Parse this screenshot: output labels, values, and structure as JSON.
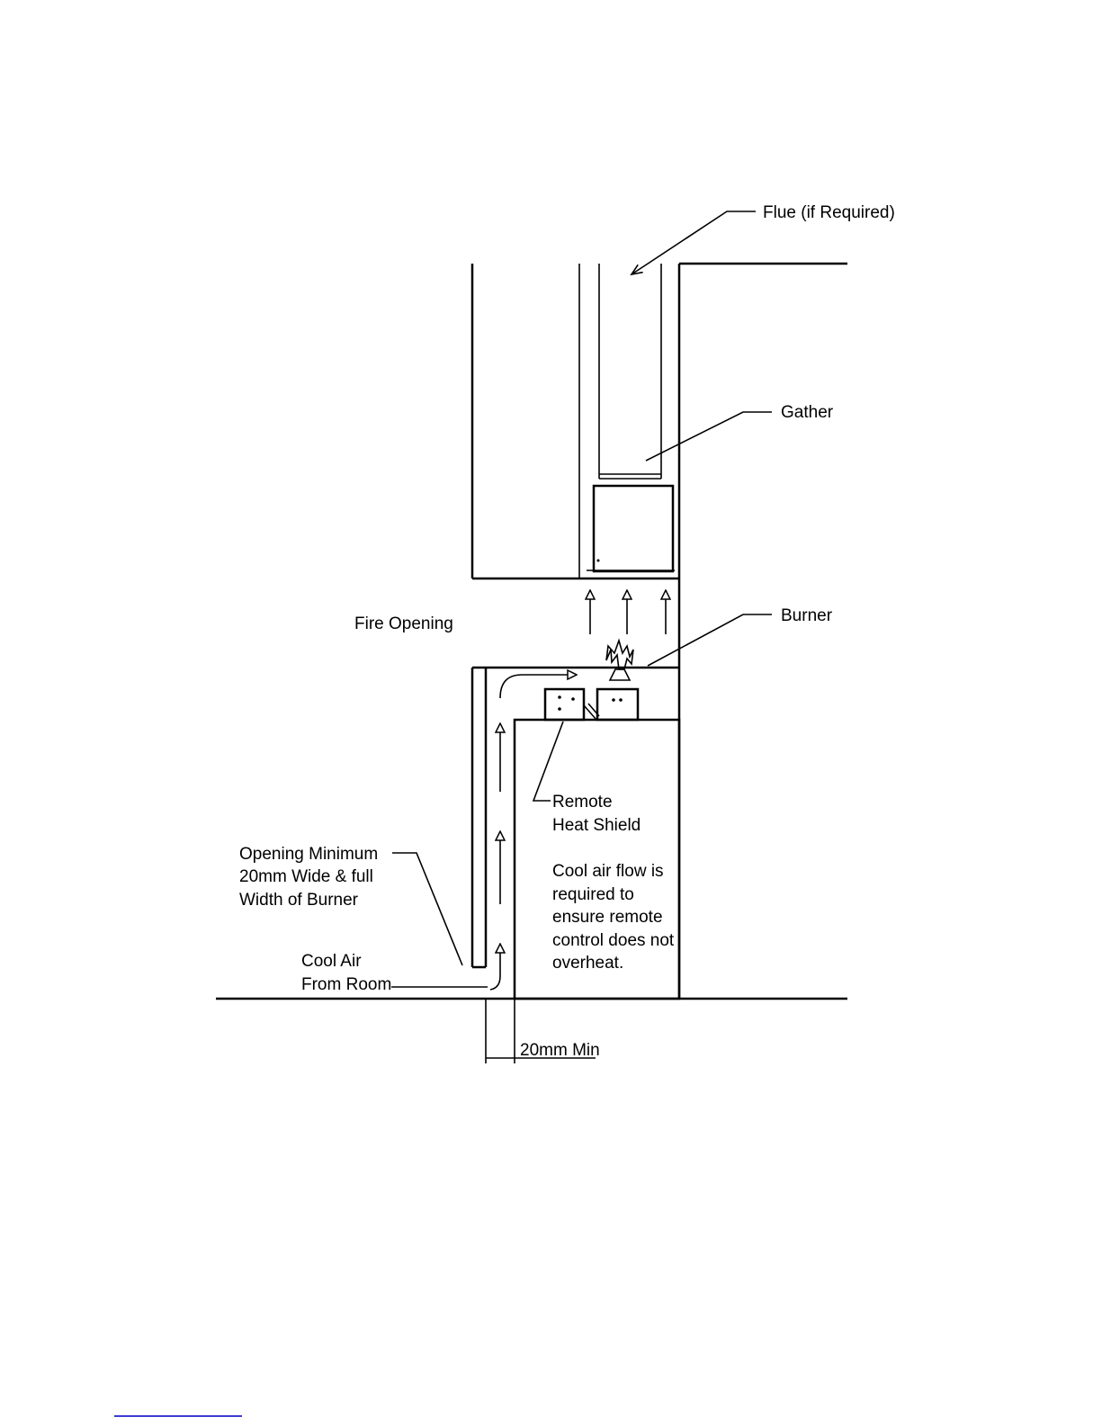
{
  "labels": {
    "flue": "Flue (if Required)",
    "gather": "Gather",
    "fire_opening": "Fire Opening",
    "burner": "Burner",
    "remote_line1": "Remote",
    "remote_line2": "Heat Shield",
    "note_line1": "Cool air flow is",
    "note_line2": "required to",
    "note_line3": "ensure remote",
    "note_line4": "control does not",
    "note_line5": "overheat.",
    "opening_line1": "Opening Minimum",
    "opening_line2": "20mm Wide & full",
    "opening_line3": "Width of Burner",
    "cool_air_line1": "Cool Air",
    "cool_air_line2": "From Room",
    "dimension": "20mm Min"
  },
  "colors": {
    "line": "#000000",
    "background": "#ffffff",
    "link": "#3b3bd6"
  }
}
